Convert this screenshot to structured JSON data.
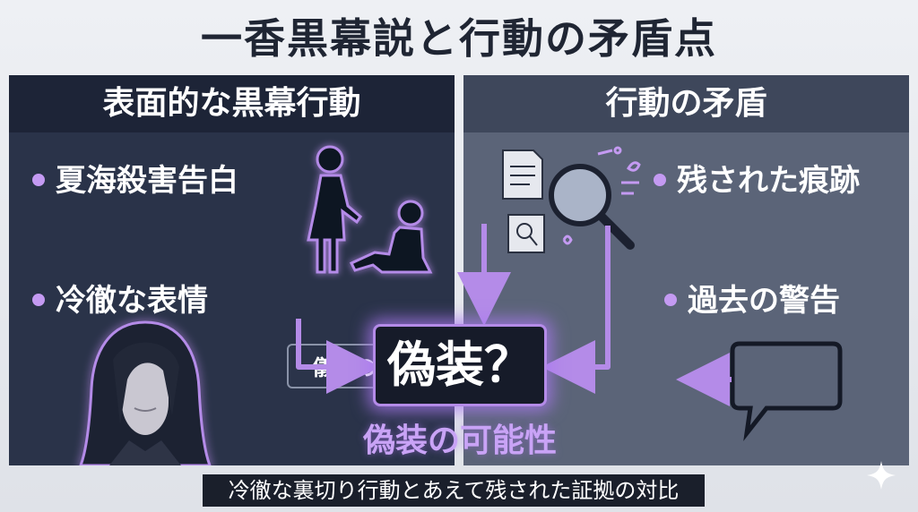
{
  "title": "一香黒幕説と行動の矛盾点",
  "left_panel": {
    "header": "表面的な黒幕行動",
    "bullets": [
      "夏海殺害告白",
      "冷徹な表情"
    ],
    "tag": "儀堂の犠牲"
  },
  "right_panel": {
    "header": "行動の矛盾",
    "bullets": [
      "残された痕跡",
      "過去の警告"
    ]
  },
  "center": {
    "label": "偽装？",
    "possibility": "偽装の可能性"
  },
  "caption": "冷徹な裏切り行動とあえて残された証拠の対比",
  "colors": {
    "accent": "#c49af2",
    "left_bg": "#2a3349",
    "right_bg": "#5b6478",
    "glow": "#b48be8"
  },
  "icons": [
    "standing-figure-icon",
    "fallen-figure-icon",
    "woman-portrait",
    "document-icon",
    "magnifier-icon",
    "speech-bubble-icon",
    "sparkle-icon"
  ]
}
